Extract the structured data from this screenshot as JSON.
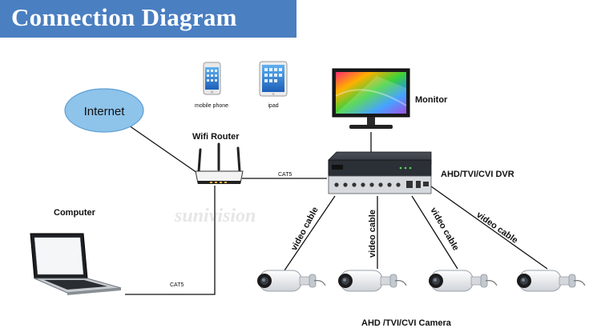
{
  "title": "Connection Diagram",
  "watermark": "sunivision",
  "nodes": {
    "internet": "Internet",
    "mobile_phone": "mobile phone",
    "ipad": "ipad",
    "monitor": "Monitor",
    "wifi_router": "Wifi Router",
    "dvr": "AHD/TVI/CVI DVR",
    "computer": "Computer",
    "camera": "AHD /TVI/CVI Camera"
  },
  "links": {
    "router_dvr": "CAT5",
    "router_computer": "CAT5",
    "video_cable": "video cable"
  },
  "colors": {
    "banner": "#4a7fc1",
    "internet_cloud": "#8ec3ea",
    "dvr_body": "#2b2f36"
  }
}
